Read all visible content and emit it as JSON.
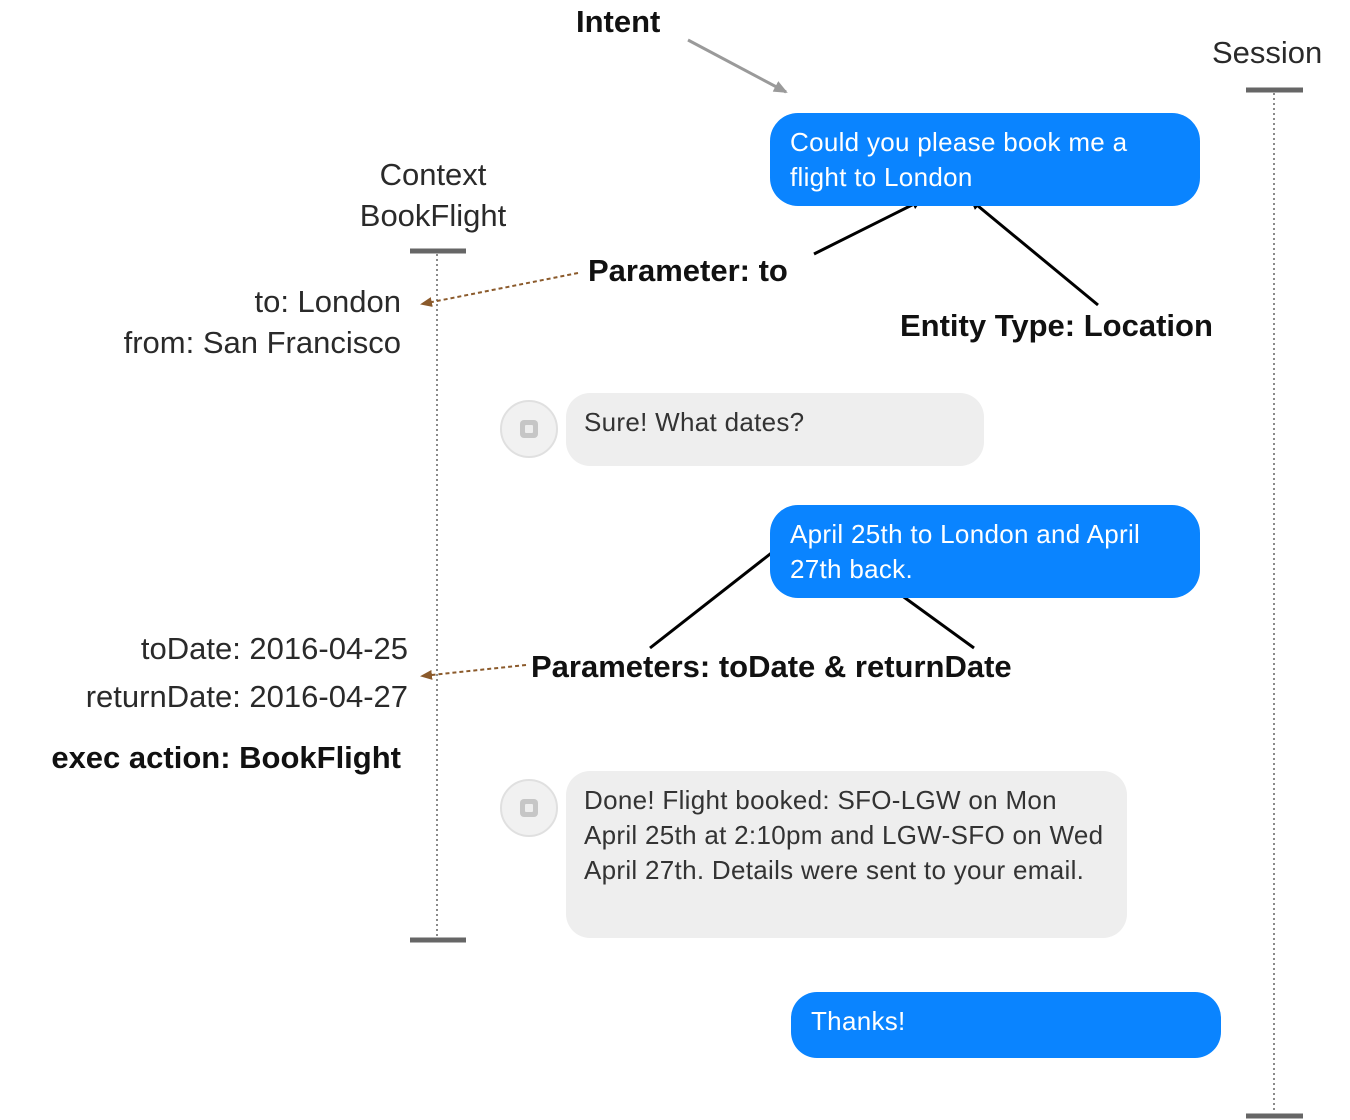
{
  "labels": {
    "intent": "Intent",
    "session": "Session",
    "context_line1": "Context",
    "context_line2": "BookFlight",
    "parameter_to": "Parameter: to",
    "entity_type": "Entity Type: Location",
    "parameters_dates": "Parameters: toDate & returnDate",
    "ctx_to": "to: London",
    "ctx_from": "from: San Francisco",
    "ctx_to_date": "toDate: 2016-04-25",
    "ctx_return_date": "returnDate: 2016-04-27",
    "exec_action": "exec action: BookFlight"
  },
  "messages": [
    {
      "role": "user",
      "text": "Could you please book me a flight to London"
    },
    {
      "role": "bot",
      "text": "Sure! What dates?"
    },
    {
      "role": "user",
      "text": "April 25th to London and April 27th back."
    },
    {
      "role": "bot",
      "text": "Done! Flight booked:  SFO-LGW on Mon April 25th at 2:10pm and LGW-SFO on Wed April 27th. Details were sent to your email."
    },
    {
      "role": "user",
      "text": "Thanks!"
    }
  ],
  "icons": {
    "bot_avatar": "bot-avatar-icon"
  },
  "colors": {
    "user_bubble": "#0a84ff",
    "bot_bubble": "#eeeeee",
    "pointer_arrow": "#8b5a2b",
    "annotation_arrow": "#000000",
    "intent_arrow": "#9a9a9a",
    "timeline": "#666666"
  }
}
